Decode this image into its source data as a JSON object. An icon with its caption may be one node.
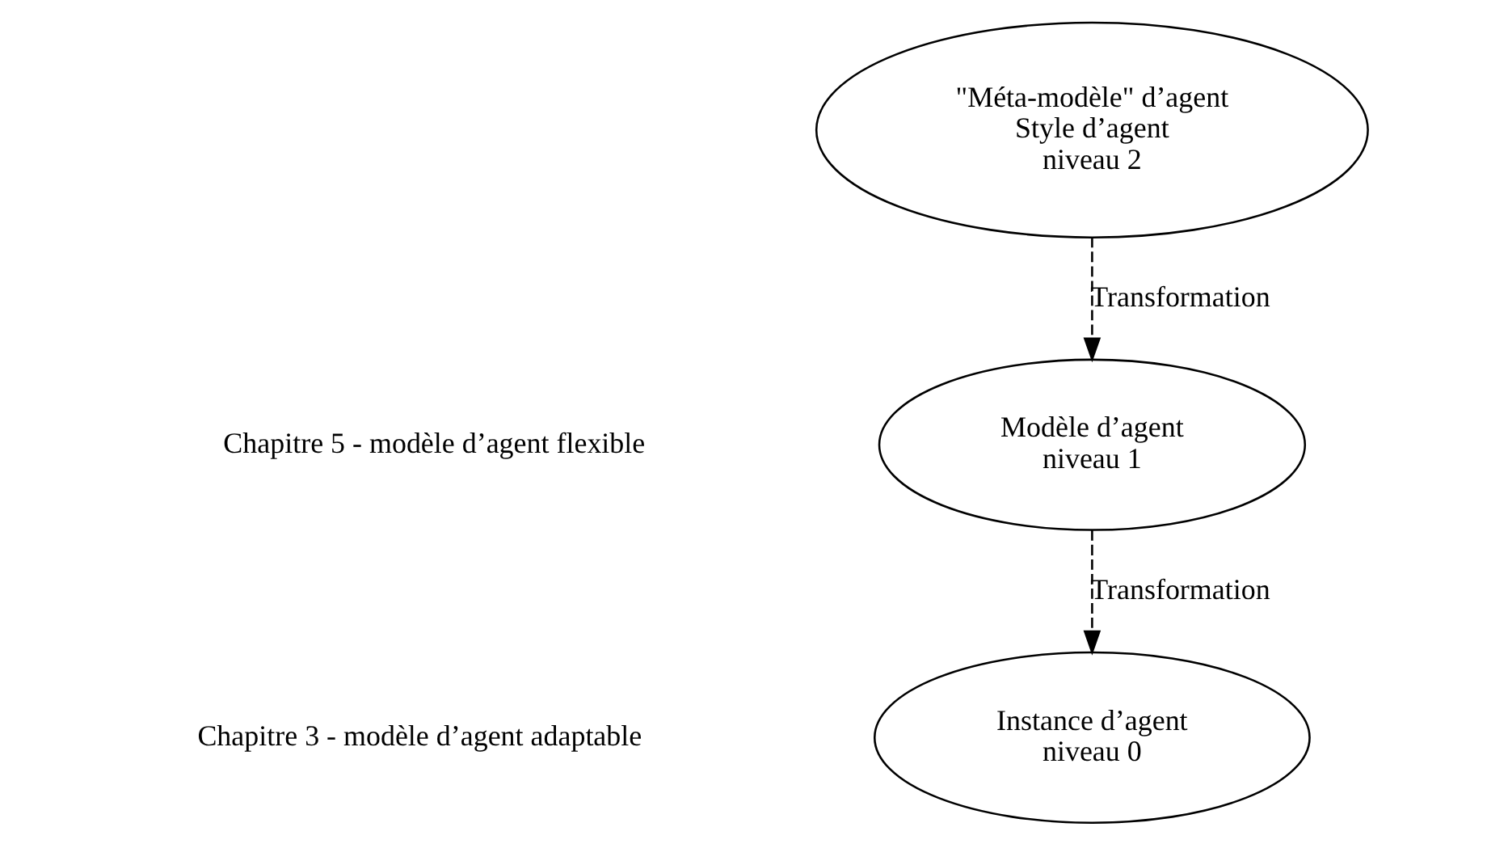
{
  "diagram": {
    "nodes": [
      {
        "text": [
          "\"Méta-modèle\" d’agent",
          "Style d’agent",
          "niveau 2"
        ]
      },
      {
        "text": [
          "Modèle d’agent",
          "niveau 1"
        ]
      },
      {
        "text": [
          "Instance d’agent",
          "niveau 0"
        ]
      }
    ],
    "edges": [
      {
        "from": 0,
        "to": 1,
        "arrow": "to",
        "style": "dashed",
        "label": "Transformation"
      },
      {
        "from": 1,
        "to": 2,
        "arrow": "to",
        "style": "dashed",
        "label": "Transformation"
      }
    ],
    "labels": [
      "Chapitre 5 - modèle d’agent flexible",
      "Chapitre 3 - modèle d’agent adaptable"
    ]
  }
}
